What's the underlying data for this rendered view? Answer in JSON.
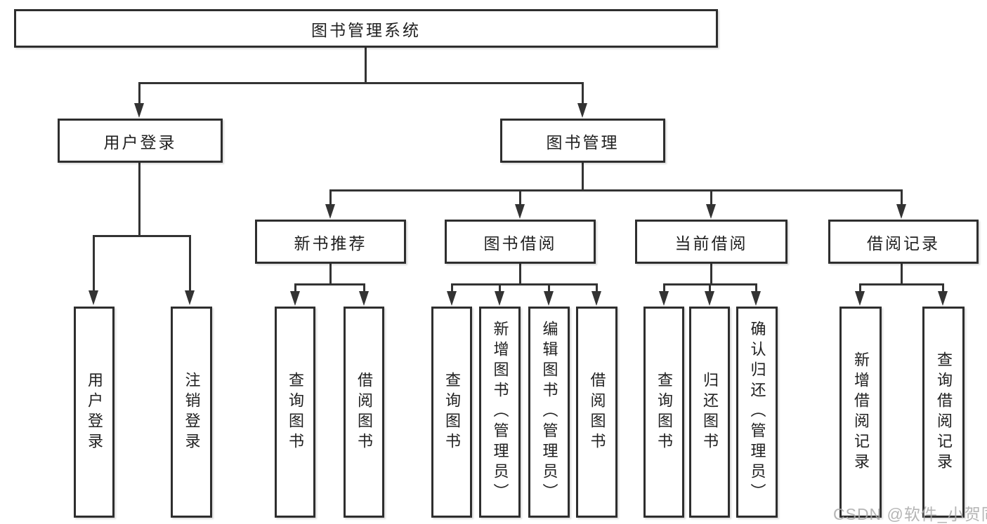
{
  "title": {
    "label": "图书管理系统"
  },
  "level1": [
    {
      "label": "用户登录"
    },
    {
      "label": "图书管理"
    }
  ],
  "level2": [
    {
      "label": "新书推荐"
    },
    {
      "label": "图书借阅"
    },
    {
      "label": "当前借阅"
    },
    {
      "label": "借阅记录"
    }
  ],
  "leaves": [
    {
      "label": "用户登录"
    },
    {
      "label": "注销登录"
    },
    {
      "label": "查询图书"
    },
    {
      "label": "借阅图书"
    },
    {
      "label": "查询图书"
    },
    {
      "label": "新增图书（管理员）"
    },
    {
      "label": "编辑图书（管理员）"
    },
    {
      "label": "借阅图书"
    },
    {
      "label": "查询图书"
    },
    {
      "label": "归还图书"
    },
    {
      "label": "确认归还（管理员）"
    },
    {
      "label": "新增借阅记录"
    },
    {
      "label": "查询借阅记录"
    }
  ],
  "watermark": {
    "text": "CSDN @软件_小贺同学"
  },
  "colors": {
    "line": "#333333",
    "border": "#2e2e2e",
    "text": "#212121",
    "background": "#ffffff",
    "watermark": "#a8a8a8"
  }
}
